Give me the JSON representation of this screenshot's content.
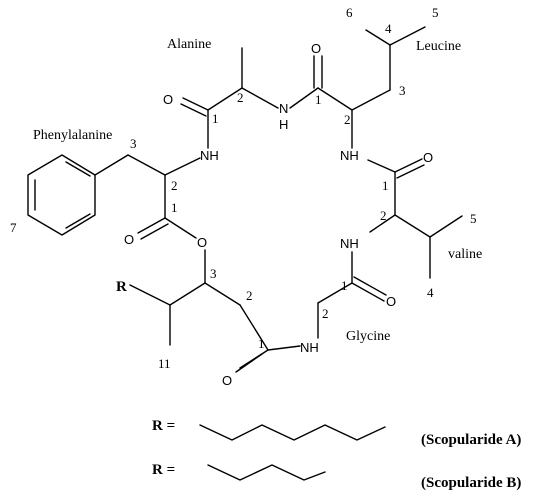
{
  "residues": {
    "alanine": "Alanine",
    "leucine": "Leucine",
    "phenylalanine": "Phenylalanine",
    "valine": "valine",
    "glycine": "Glycine"
  },
  "atoms": {
    "oxygen": "O",
    "nitrogen_h": "NH",
    "nitrogen": "N",
    "hydrogen": "H",
    "r_group": "R"
  },
  "numbers": {
    "n1": "1",
    "n2": "2",
    "n3": "3",
    "n4": "4",
    "n5": "5",
    "n6": "6",
    "n7": "7",
    "n11": "11"
  },
  "legend": {
    "r_equals": "R =",
    "compound_a": "(Scopularide A)",
    "compound_b": "(Scopularide B)"
  }
}
